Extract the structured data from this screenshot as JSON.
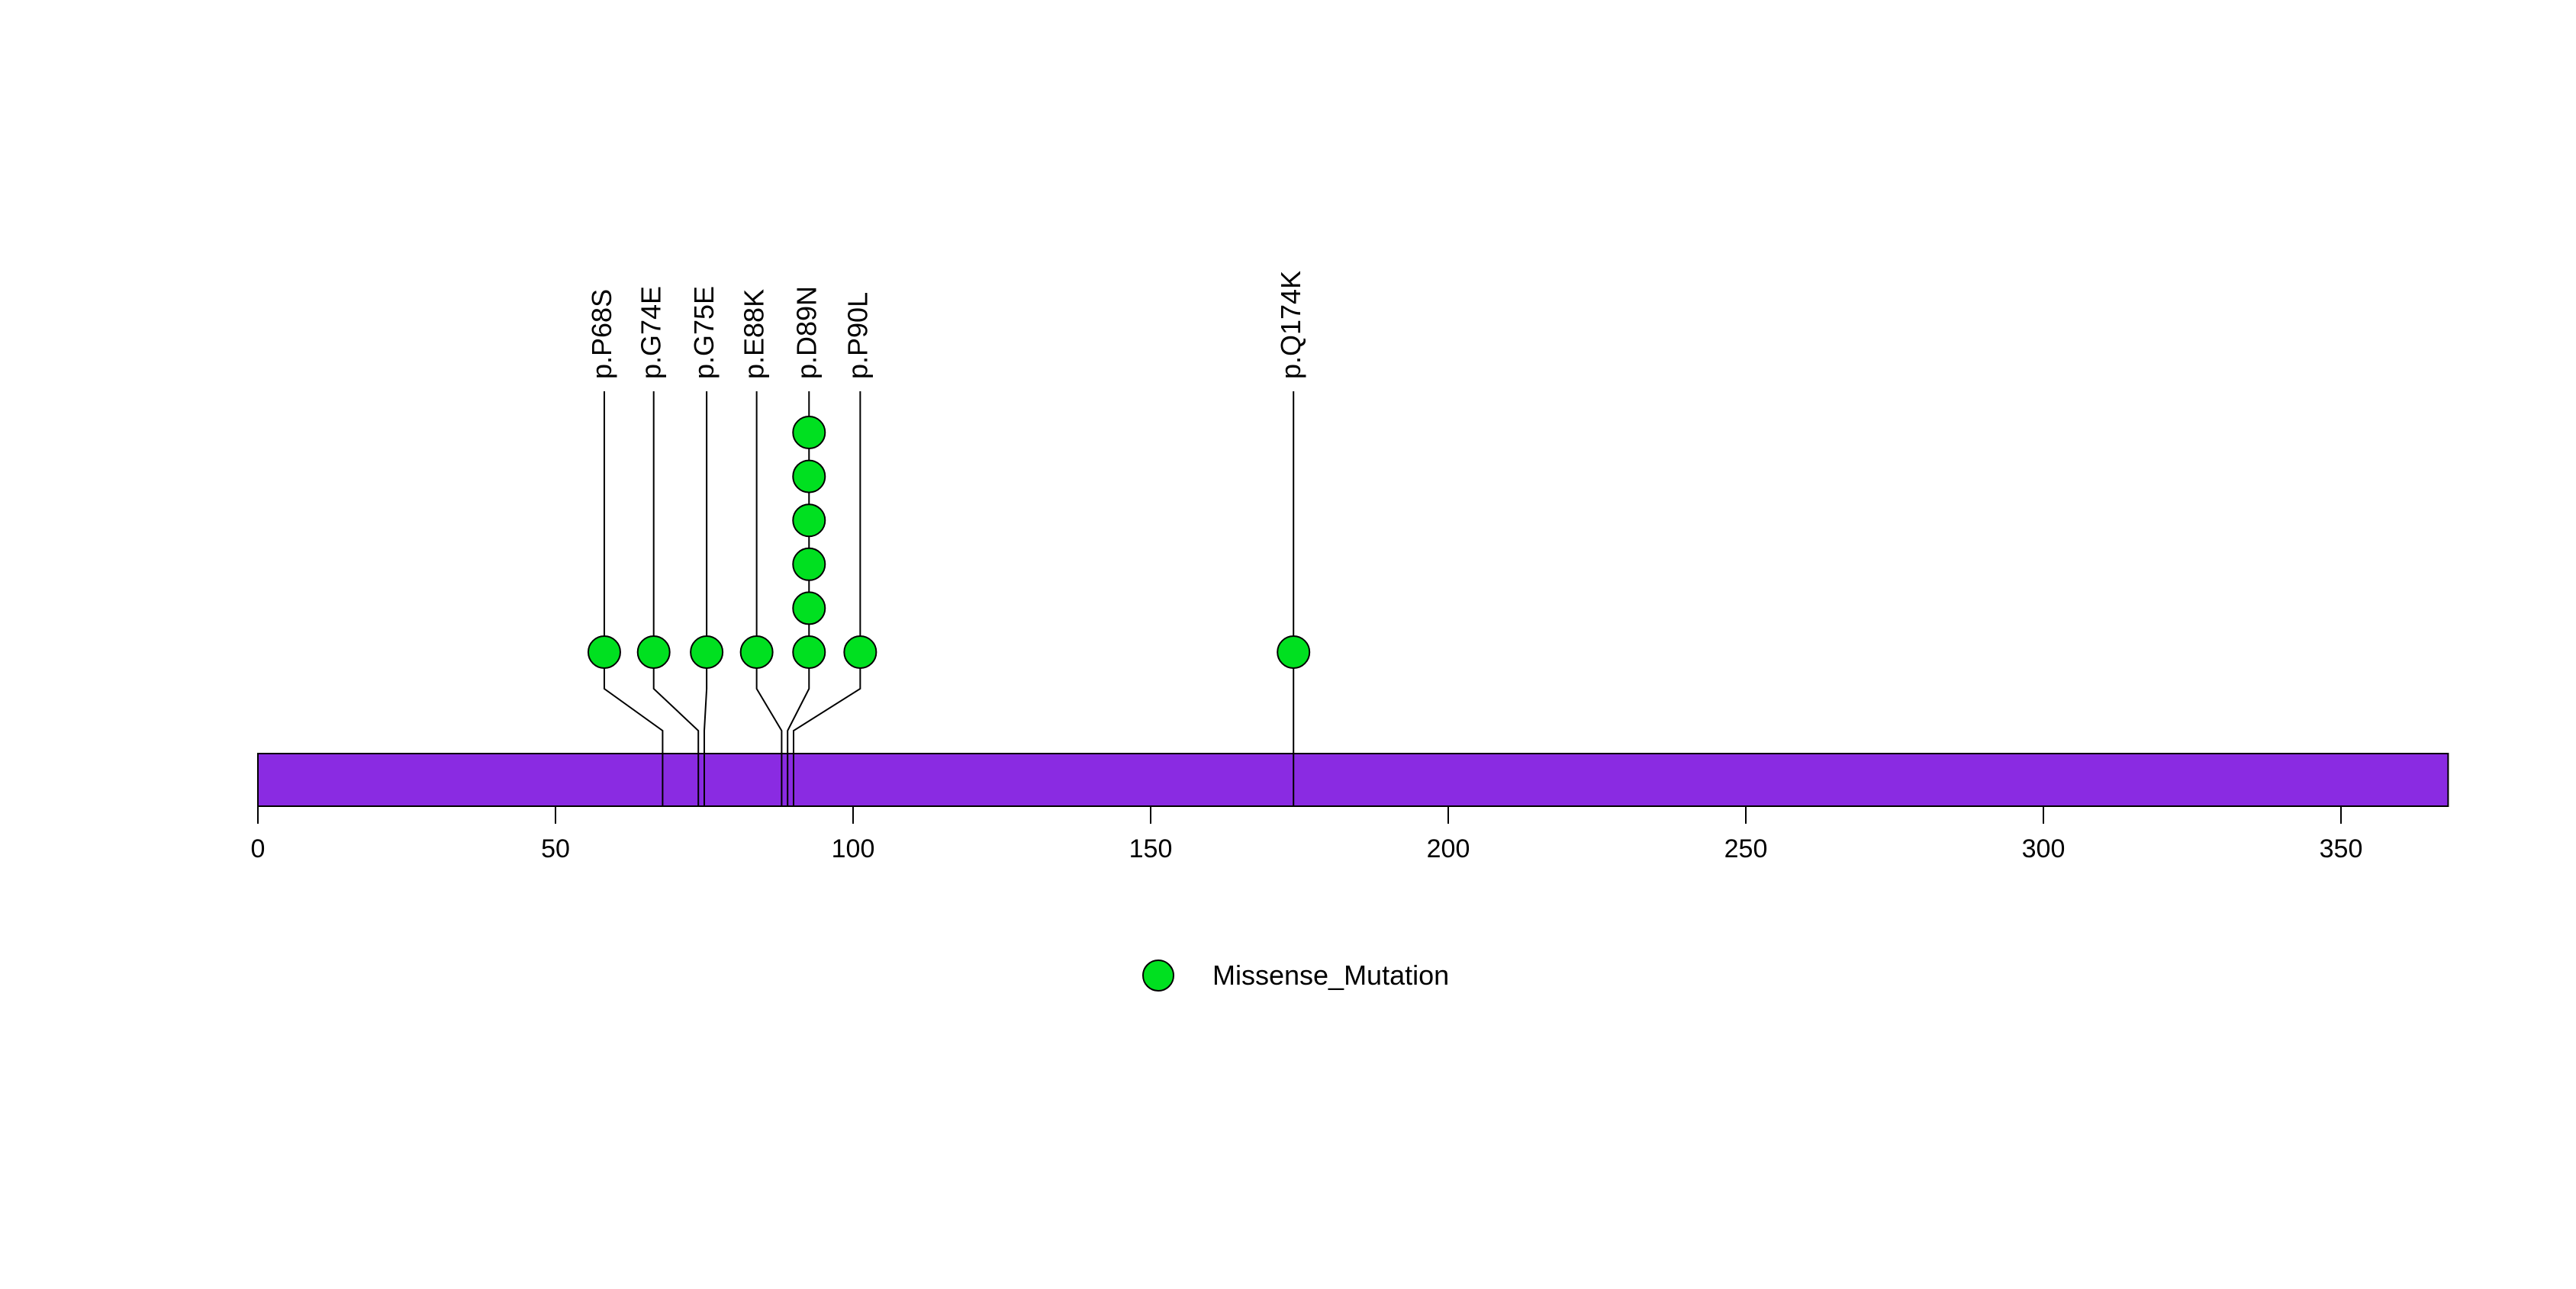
{
  "chart_data": {
    "type": "lollipop",
    "title": "",
    "xlabel": "",
    "ylabel": "",
    "xlim": [
      0,
      368
    ],
    "x_ticks": [
      0,
      50,
      100,
      150,
      200,
      250,
      300,
      350
    ],
    "protein_length": 368,
    "grid": false,
    "colors": {
      "protein_bar": "#8A2BE2",
      "point_fill": "#00E020",
      "point_stroke": "#000000",
      "stem": "#000000",
      "axis": "#000000"
    },
    "legend": {
      "label": "Missense_Mutation",
      "position": "bottom-center",
      "marker": "circle"
    },
    "mutations": [
      {
        "label": "p.P68S",
        "position": 68,
        "count": 1,
        "display_position": 58.2,
        "type": "Missense_Mutation"
      },
      {
        "label": "p.G74E",
        "position": 74,
        "count": 1,
        "display_position": 66.5,
        "type": "Missense_Mutation"
      },
      {
        "label": "p.G75E",
        "position": 75,
        "count": 1,
        "display_position": 75.4,
        "type": "Missense_Mutation"
      },
      {
        "label": "p.E88K",
        "position": 88,
        "count": 1,
        "display_position": 83.8,
        "type": "Missense_Mutation"
      },
      {
        "label": "p.D89N",
        "position": 89,
        "count": 6,
        "display_position": 92.6,
        "type": "Missense_Mutation"
      },
      {
        "label": "p.P90L",
        "position": 90,
        "count": 1,
        "display_position": 101.2,
        "type": "Missense_Mutation"
      },
      {
        "label": "p.Q174K",
        "position": 174,
        "count": 1,
        "display_position": 174,
        "type": "Missense_Mutation"
      }
    ]
  }
}
